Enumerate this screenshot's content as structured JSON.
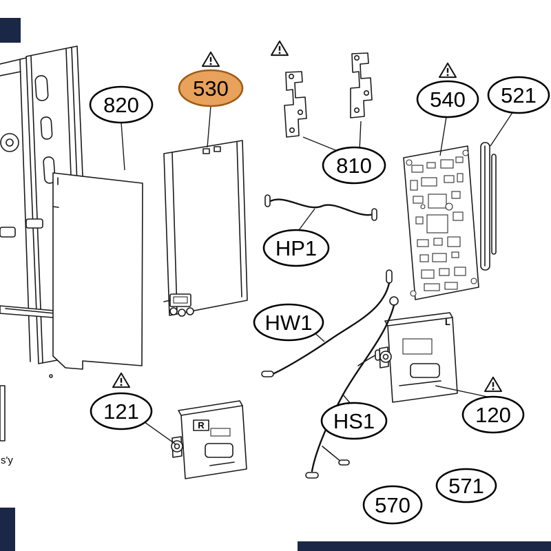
{
  "colors": {
    "line": "#1A1A1A",
    "highlight_fill": "#E8A25C",
    "highlight_stroke": "#A05C14",
    "edge_block": "#1A2747"
  },
  "callouts": {
    "c820": {
      "label": "820"
    },
    "c530": {
      "label": "530"
    },
    "c810": {
      "label": "810"
    },
    "c540": {
      "label": "540"
    },
    "c521": {
      "label": "521"
    },
    "hp1": {
      "label": "HP1"
    },
    "hw1": {
      "label": "HW1"
    },
    "hs1": {
      "label": "HS1"
    },
    "c121": {
      "label": "121"
    },
    "c120": {
      "label": "120"
    },
    "c570": {
      "label": "570"
    },
    "c571": {
      "label": "571"
    }
  },
  "marks": {
    "left_channel": "L",
    "right_channel": "R"
  },
  "edge_text": "s'y"
}
